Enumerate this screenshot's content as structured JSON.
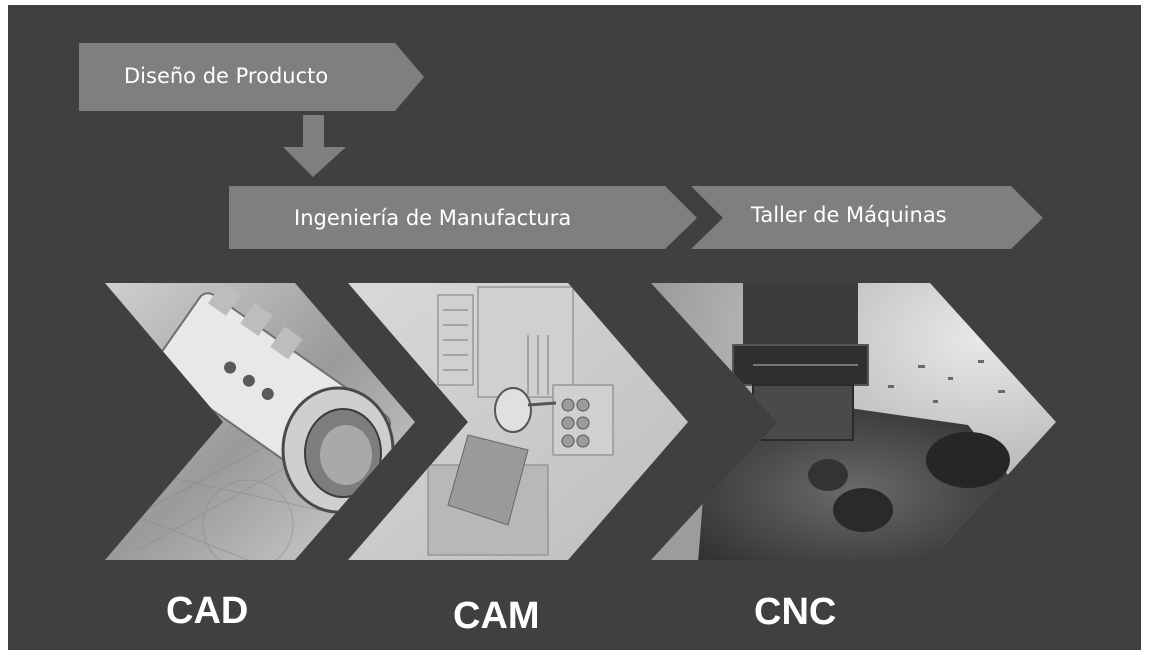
{
  "diagram": {
    "stage_product_design": "Diseño de Producto",
    "stage_manufacturing_engineering": "Ingeniería de Manufactura",
    "stage_machine_shop": "Taller de Máquinas",
    "step_cad": "CAD",
    "step_cam": "CAM",
    "step_cnc": "CNC"
  },
  "colors": {
    "background": "#404040",
    "arrow_fill": "#7f7f7f",
    "text": "#ffffff"
  }
}
